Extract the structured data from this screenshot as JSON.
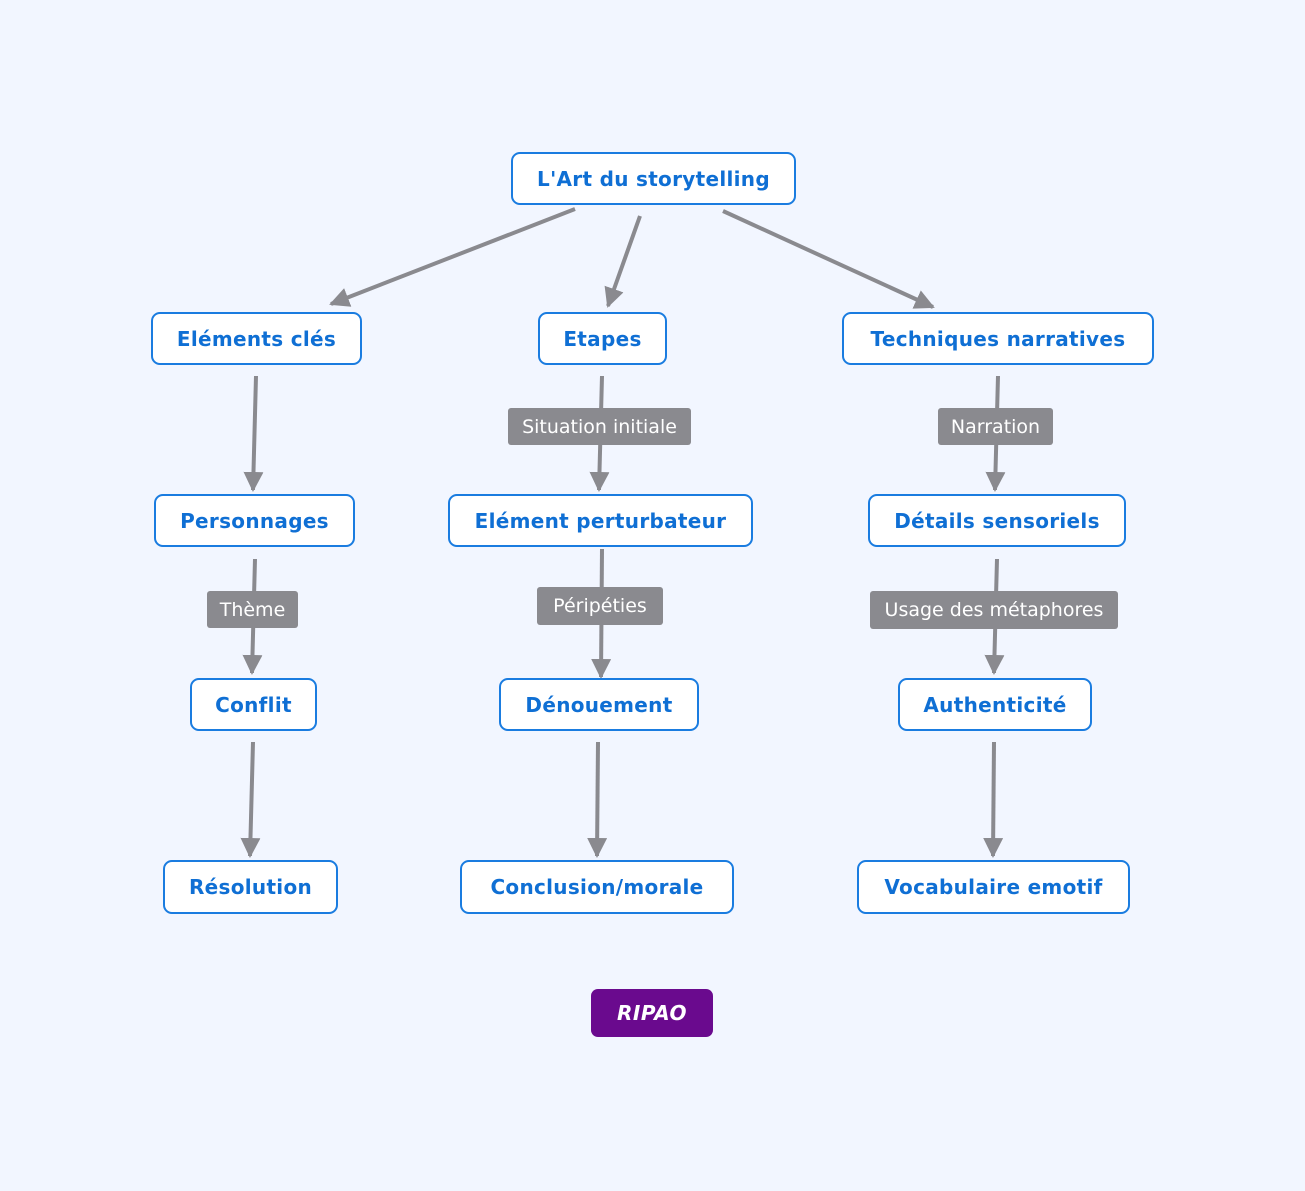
{
  "nodes": {
    "root": "L'Art du storytelling",
    "elements_cles": "Eléments clés",
    "etapes": "Etapes",
    "techniques": "Techniques narratives",
    "personnages": "Personnages",
    "element_perturbateur": "Elément perturbateur",
    "details_sensoriels": "Détails sensoriels",
    "conflit": "Conflit",
    "denouement": "Dénouement",
    "authenticite": "Authenticité",
    "resolution": "Résolution",
    "conclusion": "Conclusion/morale",
    "vocabulaire": "Vocabulaire emotif"
  },
  "edge_labels": {
    "situation_initiale": "Situation initiale",
    "narration": "Narration",
    "theme": "Thème",
    "peripeties": "Péripéties",
    "usage_metaphores": "Usage des métaphores"
  },
  "badge": "RIPAO",
  "colors": {
    "background": "#f2f6ff",
    "node_border": "#1a7ce0",
    "node_text": "#0f6fd4",
    "edge": "#8a8a8f",
    "edge_label_bg": "#8a8a8f",
    "badge_bg": "#6a0a8e"
  }
}
